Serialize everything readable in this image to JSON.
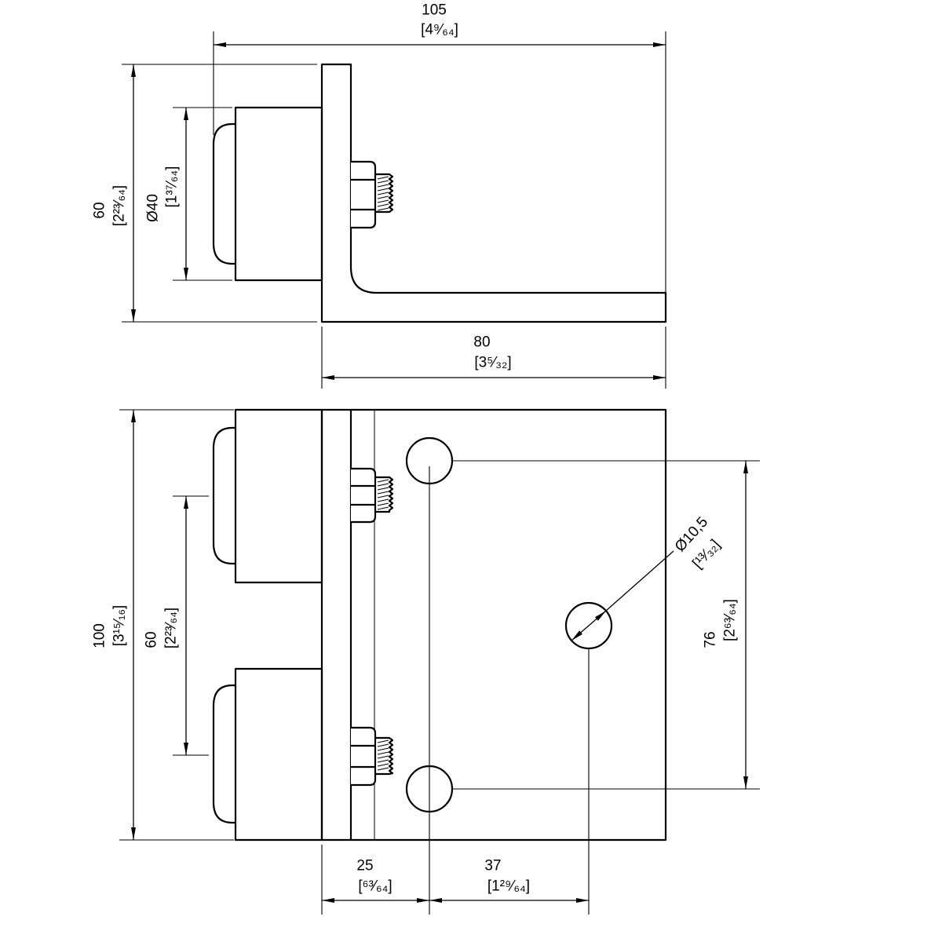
{
  "colors": {
    "line": "#000000",
    "background": "#ffffff"
  },
  "top_view": {
    "overall_length_dim": {
      "metric": "105",
      "imperial": "[4⁹⁄₆₄]"
    },
    "height_dim": {
      "metric": "60",
      "imperial": "[2²³⁄₆₄]"
    },
    "bumper_diameter_dim": {
      "metric": "Ø40",
      "imperial": "[1³⁷⁄₆₄]"
    },
    "leg_length_dim": {
      "metric": "80",
      "imperial": "[3⁵⁄₃₂]"
    }
  },
  "front_view": {
    "height_dim": {
      "metric": "100",
      "imperial": "[3¹⁵⁄₁₆]"
    },
    "bumper_spacing_dim": {
      "metric": "60",
      "imperial": "[2²³⁄₆₄]"
    },
    "hole_diameter_dim": {
      "metric": "Ø10,5",
      "imperial": "[¹³⁄₃₂]"
    },
    "hole_spacing_dim": {
      "metric": "76",
      "imperial": "[2⁶³⁄₆₄]"
    },
    "edge_to_hole_dim": {
      "metric": "25",
      "imperial": "[⁶³⁄₆₄]"
    },
    "hole_to_center_hole_dim": {
      "metric": "37",
      "imperial": "[1²⁹⁄₆₄]"
    }
  }
}
